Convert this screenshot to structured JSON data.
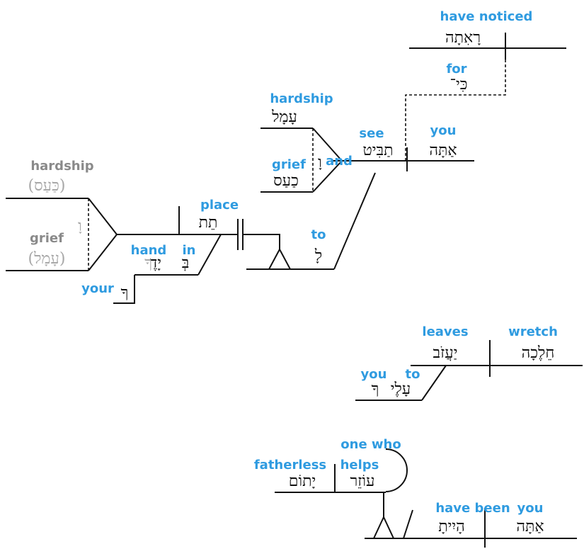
{
  "clause1": {
    "subject": {
      "hebrew": "אַתָּה",
      "gloss": "you"
    },
    "verb": {
      "hebrew": "תַבִּיט",
      "gloss": "see"
    },
    "object_top": {
      "hebrew": "עָמָל",
      "gloss": "hardship"
    },
    "conjunction": {
      "hebrew": "וָ",
      "gloss": "and"
    },
    "object_bottom": {
      "hebrew": "כַעַס",
      "gloss": "grief"
    },
    "sub_verb": {
      "hebrew": "רָאִתָה",
      "gloss": "have noticed"
    },
    "sub_conj": {
      "hebrew": "כִּי־",
      "gloss": "for"
    },
    "prep": {
      "hebrew": "לָ",
      "gloss": "to"
    },
    "inf_verb": {
      "hebrew": "תֵת",
      "gloss": "place"
    },
    "inf_object_top": {
      "hebrew": "(כַּעַס)",
      "gloss": "hardship"
    },
    "inf_conj": {
      "hebrew": "וָ"
    },
    "inf_object_bottom": {
      "hebrew": "(עָמָל)",
      "gloss": "grief"
    },
    "inf_prep": {
      "hebrew": "בְּ",
      "gloss": "in"
    },
    "inf_prep_object": {
      "hebrew": "יָדֶ",
      "suffix": "ךָ",
      "gloss": "hand"
    },
    "possessor": {
      "hebrew": "ךָ",
      "gloss": "your"
    }
  },
  "clause2": {
    "verb": {
      "hebrew": "יַעֲזֹב",
      "gloss": "leaves"
    },
    "subject": {
      "hebrew": "חֵלֶכָה",
      "gloss": "wretch"
    },
    "prep": {
      "hebrew": "עָלֶי",
      "gloss": "to"
    },
    "prep_object": {
      "hebrew": "ךָ",
      "gloss": "you"
    }
  },
  "clause3": {
    "subject": {
      "hebrew": "אַתָּה",
      "gloss": "you"
    },
    "verb": {
      "hebrew": "הָיִיתָ",
      "gloss": "have been"
    },
    "predicate_noun": {
      "hebrew": "עוֹזֵר",
      "gloss_line1": "one who",
      "gloss_line2": "helps"
    },
    "object": {
      "hebrew": "יָתוֹם",
      "gloss": "fatherless"
    }
  }
}
